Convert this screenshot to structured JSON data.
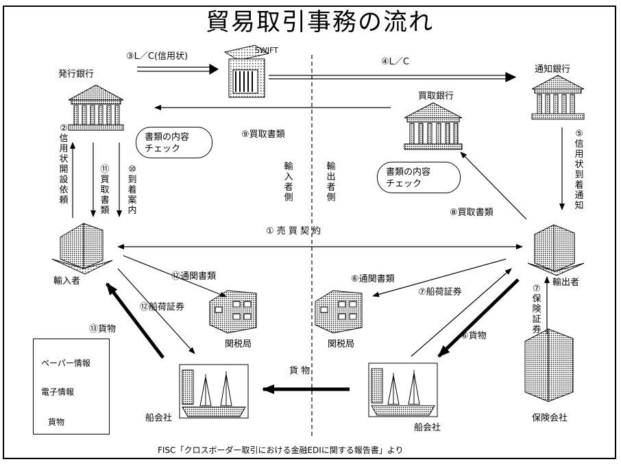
{
  "title": "貿易取引事務の流れ",
  "swift": "SWIFT",
  "parties": {
    "issuing_bank": "発行銀行",
    "advising_bank": "通知銀行",
    "negotiating_bank": "買取銀行",
    "importer": "輸入者",
    "exporter": "輸出者",
    "customs_left": "関税局",
    "customs_right": "関税局",
    "shipping_left": "船会社",
    "shipping_right": "船会社",
    "insurer": "保険会社"
  },
  "sides": {
    "importer_side": "輸入者側",
    "exporter_side": "輸出者側"
  },
  "steps": {
    "s1": "① 売 買 契 約",
    "s2": "②信用状開設依頼",
    "s3": "③L／C(信用状)",
    "s4": "④L／C",
    "s5": "⑤信用状到着通知",
    "s6_docs": "⑥通関書類",
    "s6_cargo": "⑥貨物",
    "s7_bl": "⑦船荷証券",
    "s7_ins": "⑦保険証券",
    "s8": "⑧買取書類",
    "s9": "⑨買取書類",
    "s10": "⑩到着案内",
    "s11": "⑪買取書類",
    "s12_docs": "⑫通関書類",
    "s12_bl": "⑫船荷証券",
    "s13": "⑬貨物",
    "cargo": "貨 物"
  },
  "check_boxes": {
    "line1": "書類の内容",
    "line2": "チェック"
  },
  "legend": {
    "paper": "ペーパー情報",
    "electronic": "電子情報",
    "cargo": "貨物"
  },
  "source": "FISC「クロスボーダー取引における金融EDIに関する報告書」より"
}
